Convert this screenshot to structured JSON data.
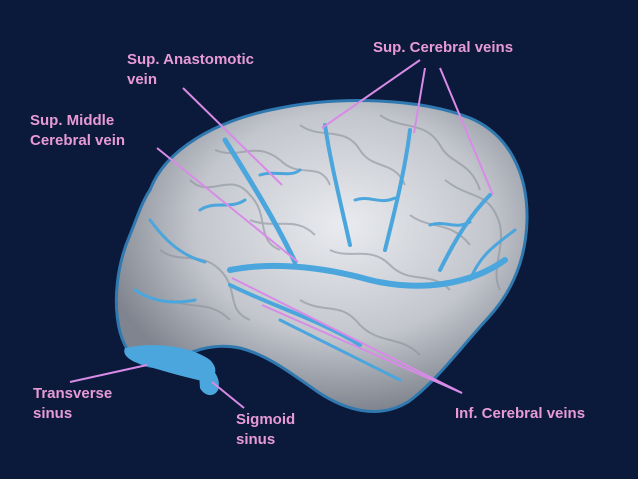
{
  "colors": {
    "background": "#0b1a3a",
    "label": "#e89ad8",
    "pointer": "#d88be6",
    "vein": "#4aa6dc",
    "cortex": "#c9ccd3"
  },
  "labels": {
    "sup_anastomotic": "Sup. Anastomotic\nvein",
    "sup_middle": "Sup. Middle\nCerebral vein",
    "sup_cerebral": "Sup. Cerebral veins",
    "transverse": "Transverse\nsinus",
    "sigmoid": "Sigmoid\nsinus",
    "inf_cerebral": "Inf. Cerebral veins"
  }
}
